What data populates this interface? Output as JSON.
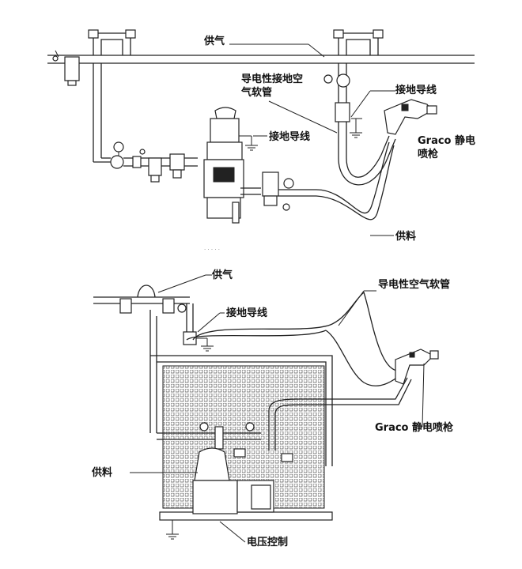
{
  "top_diagram": {
    "labels": {
      "air_supply": "供气",
      "conductive_hose": "导电性接地空气软管",
      "ground_wire_gun": "接地导线",
      "ground_wire_pump": "接地导线",
      "gun": "Graco 静电喷枪",
      "fluid_supply": "供料"
    }
  },
  "bottom_diagram": {
    "labels": {
      "air_supply": "供气",
      "conductive_hose": "导电性空气软管",
      "ground_wire": "接地导线",
      "gun": "Graco 静电喷枪",
      "fluid_supply": "供料",
      "voltage_control": "电压控制"
    }
  }
}
